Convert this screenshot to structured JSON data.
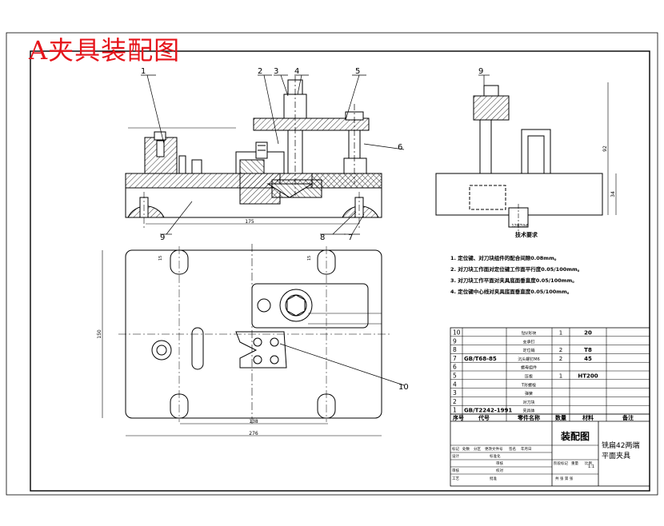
{
  "title": "A夹具装配图",
  "colors": {
    "title": "#e6141b",
    "line": "#000000",
    "hatch": "#000000",
    "background": "#ffffff"
  },
  "callouts": {
    "front": [
      "1",
      "2",
      "3",
      "4",
      "5",
      "6",
      "7",
      "8",
      "9"
    ],
    "top": [
      "10"
    ],
    "side": [
      "9"
    ]
  },
  "dimensions": {
    "front_width": "175",
    "top_length": "276",
    "top_inner": "138",
    "top_height": "150",
    "side_height": "92",
    "side_base": "34",
    "side_small": "12H7/h6",
    "top_slot_a": "15",
    "top_slot_b": "15"
  },
  "tech_requirements": {
    "heading": "技术要求",
    "items": [
      "1. 定位键、对刀块组件的配合间隙0.08mm。",
      "2. 对刀块工作面对定位键工作面平行度0.05/100mm。",
      "3. 对刀块工作平面对夹具底面垂直度0.05/100mm。",
      "4. 定位键中心线对夹具底面垂直度0.05/100mm。"
    ]
  },
  "bom": {
    "rows": [
      {
        "no": "10",
        "code": "",
        "name": "钻V形块",
        "qty": "1",
        "material": "20",
        "note": ""
      },
      {
        "no": "9",
        "code": "",
        "name": "支承钉",
        "qty": "",
        "material": "",
        "note": ""
      },
      {
        "no": "8",
        "code": "",
        "name": "定位销",
        "qty": "2",
        "material": "T8",
        "note": ""
      },
      {
        "no": "7",
        "code": "GB/T68-85",
        "name": "沉头螺钉M6",
        "qty": "2",
        "material": "45",
        "note": ""
      },
      {
        "no": "6",
        "code": "",
        "name": "螺母组件",
        "qty": "",
        "material": "",
        "note": ""
      },
      {
        "no": "5",
        "code": "",
        "name": "压板",
        "qty": "1",
        "material": "HT200",
        "note": ""
      },
      {
        "no": "4",
        "code": "",
        "name": "T形螺栓",
        "qty": "",
        "material": "",
        "note": ""
      },
      {
        "no": "3",
        "code": "",
        "name": "弹簧",
        "qty": "",
        "material": "",
        "note": ""
      },
      {
        "no": "2",
        "code": "",
        "name": "对刀块",
        "qty": "",
        "material": "",
        "note": ""
      },
      {
        "no": "1",
        "code": "GB/T2242-1991",
        "name": "夹具体",
        "qty": "",
        "material": "",
        "note": ""
      }
    ],
    "header": {
      "no": "序号",
      "code": "代号",
      "name": "零件名称",
      "qty": "数量",
      "material": "材料",
      "note": "备注"
    }
  },
  "title_block": {
    "drawing_name": "装配图",
    "part_name_line1": "铣扁42两端",
    "part_name_line2": "平面夹具",
    "scale": "1:1",
    "labels": {
      "mark": "标记",
      "count": "处数",
      "zone": "分区",
      "change_doc": "更改文件号",
      "sign": "签名",
      "date": "年月日",
      "design": "设计",
      "standardize": "标准化",
      "stage_mark": "阶段标记",
      "weight": "重量",
      "ratio": "比例",
      "review": "审核",
      "process": "工艺",
      "approve": "批准",
      "sheets": "共 张 第 张",
      "proofread": "审核",
      "check": "校对"
    }
  }
}
